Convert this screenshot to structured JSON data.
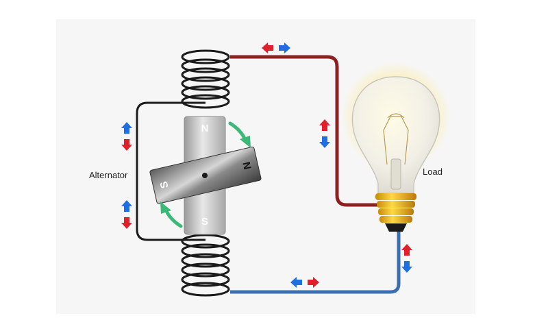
{
  "labels": {
    "alternator": "Alternator",
    "load": "Load"
  },
  "magnet": {
    "stator_top_pole": "N",
    "stator_bottom_pole": "S",
    "rotor_left_pole": "S",
    "rotor_right_pole": "N"
  },
  "colors": {
    "background_panel": "#f5f5f5",
    "red_wire": "#8b2020",
    "blue_wire": "#3a6fb0",
    "black_wire": "#1a1a1a",
    "arrow_red": "#e01f2a",
    "arrow_blue": "#1f6fe0",
    "rotation_arrow": "#3cb878",
    "bulb_glow": "#ffe98a",
    "bulb_base": "#e0a815"
  }
}
